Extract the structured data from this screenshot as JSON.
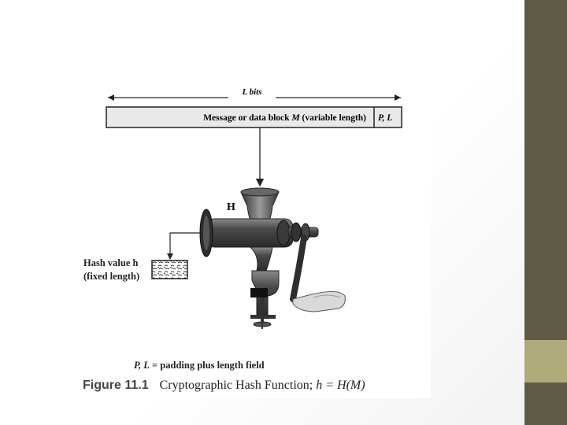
{
  "diagram": {
    "length_label": "L bits",
    "message_block": {
      "label_prefix": "Message or data block ",
      "label_var": "M",
      "label_suffix": " (variable length)",
      "pad_label": "P, L"
    },
    "function_label": "H",
    "hash_value_line1": "Hash value h",
    "hash_value_line2": "(fixed length)",
    "padding_note_var": "P, L",
    "padding_note_text": " = padding plus length field"
  },
  "caption": {
    "figure_number": "Figure 11.1",
    "text_prefix": "Cryptographic Hash Function; ",
    "formula": "h = H(M)"
  },
  "colors": {
    "side_bar": "#5f5a45",
    "side_accent": "#aeaa7a",
    "block_fill": "#e9e9e9",
    "grinder_dark": "#3a3a3a"
  }
}
